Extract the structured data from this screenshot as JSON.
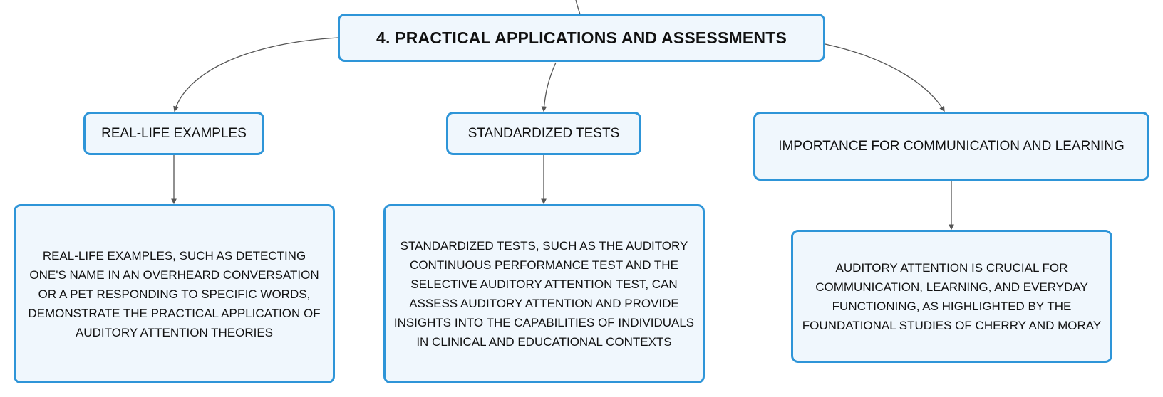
{
  "diagram": {
    "root": {
      "label": "4. PRACTICAL APPLICATIONS AND ASSESSMENTS"
    },
    "topics": [
      {
        "label": "REAL-LIFE EXAMPLES",
        "detail": "REAL-LIFE EXAMPLES, SUCH AS DETECTING ONE'S NAME IN AN OVERHEARD CONVERSATION OR A PET RESPONDING TO SPECIFIC WORDS, DEMONSTRATE THE PRACTICAL APPLICATION OF AUDITORY ATTENTION THEORIES"
      },
      {
        "label": "STANDARDIZED TESTS",
        "detail": "STANDARDIZED TESTS, SUCH AS THE AUDITORY CONTINUOUS PERFORMANCE TEST AND THE SELECTIVE AUDITORY ATTENTION TEST, CAN ASSESS AUDITORY ATTENTION AND PROVIDE INSIGHTS INTO THE CAPABILITIES OF INDIVIDUALS IN CLINICAL AND EDUCATIONAL CONTEXTS"
      },
      {
        "label": "IMPORTANCE FOR COMMUNICATION AND LEARNING",
        "detail": "AUDITORY ATTENTION IS CRUCIAL FOR COMMUNICATION, LEARNING, AND EVERYDAY FUNCTIONING, AS HIGHLIGHTED BY THE FOUNDATIONAL STUDIES OF CHERRY AND MORAY"
      }
    ],
    "colors": {
      "node_border": "#2e95d8",
      "node_fill": "#f0f7fd",
      "connector": "#555555"
    }
  }
}
